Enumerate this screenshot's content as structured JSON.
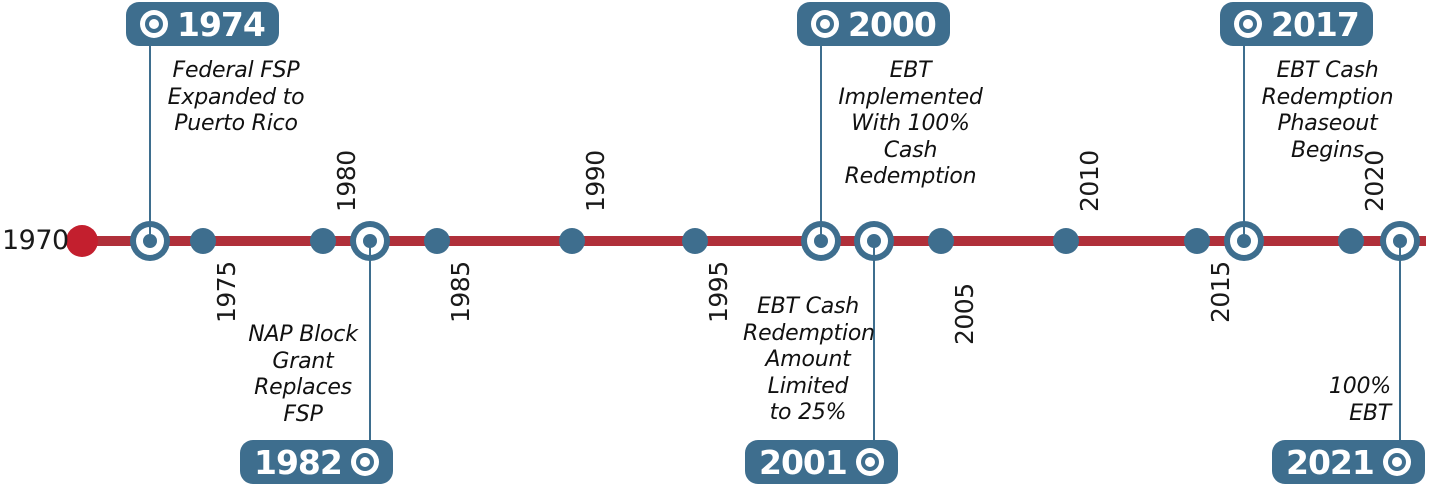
{
  "colors": {
    "badge_blue": "#3E6E8E",
    "axis_red": "#B0303A",
    "start_dot_red": "#C31F2E",
    "text_dark": "#111111",
    "background": "#FFFFFF"
  },
  "axis": {
    "start_label": "1970",
    "start_marker": "red-dot",
    "tick_labels": [
      "1975",
      "1980",
      "1985",
      "1990",
      "1995",
      "2005",
      "2010",
      "2015",
      "2020"
    ]
  },
  "chart_data": {
    "type": "timeline",
    "title": "",
    "axis_start": 1970,
    "axis_end": 2021,
    "decade_ticks": [
      "1975",
      "1980",
      "1985",
      "1990",
      "1995",
      "2005",
      "2010",
      "2015",
      "2020"
    ],
    "events": [
      {
        "year": "1974",
        "text": "Federal FSP\nExpanded to\nPuerto Rico",
        "position": "above",
        "icon": "target-icon"
      },
      {
        "year": "1982",
        "text": "NAP Block\nGrant\nReplaces\nFSP",
        "position": "below",
        "icon": "target-icon"
      },
      {
        "year": "2000",
        "text": "EBT\nImplemented\nWith 100%\nCash\nRedemption",
        "position": "above",
        "icon": "target-icon"
      },
      {
        "year": "2001",
        "text": "EBT Cash\nRedemption\nAmount\nLimited\nto 25%",
        "position": "below",
        "icon": "target-icon"
      },
      {
        "year": "2017",
        "text": "EBT Cash\nRedemption\nPhaseout\nBegins",
        "position": "above",
        "icon": "target-icon"
      },
      {
        "year": "2021",
        "text": "100%\nEBT",
        "position": "below",
        "icon": "target-icon"
      }
    ]
  },
  "events": {
    "e1974": {
      "year": "1974",
      "text": "Federal FSP\nExpanded to\nPuerto Rico"
    },
    "e1982": {
      "year": "1982",
      "text": "NAP Block\nGrant\nReplaces\nFSP"
    },
    "e2000": {
      "year": "2000",
      "text": "EBT\nImplemented\nWith 100%\nCash\nRedemption"
    },
    "e2001": {
      "year": "2001",
      "text": "EBT Cash\nRedemption\nAmount\nLimited\nto 25%"
    },
    "e2017": {
      "year": "2017",
      "text": "EBT Cash\nRedemption\nPhaseout\nBegins"
    },
    "e2021": {
      "year": "2021",
      "text": "100%\nEBT"
    }
  }
}
